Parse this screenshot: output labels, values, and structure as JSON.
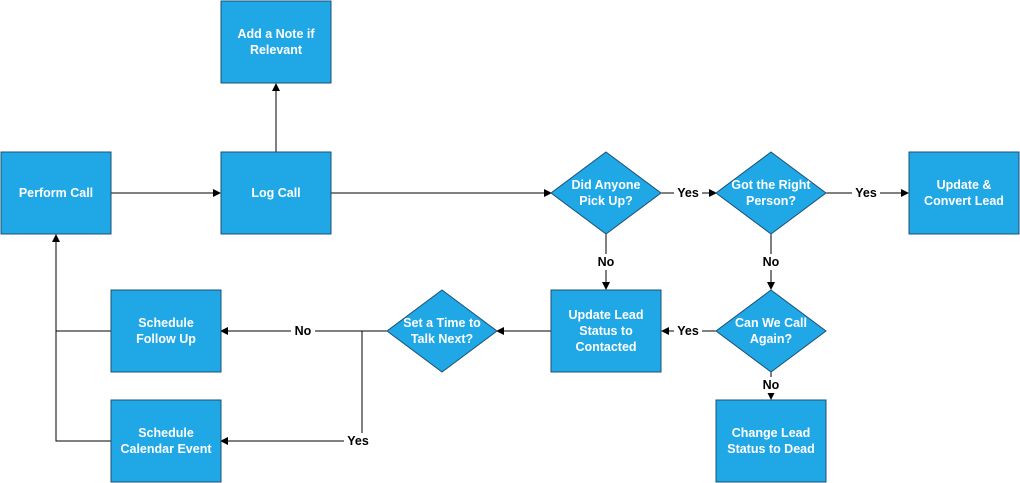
{
  "colors": {
    "node_fill": "#1fa8e5",
    "node_stroke": "#1d4f73",
    "node_text": "#ffffff",
    "edge": "#000000",
    "label_bg": "#ffffff"
  },
  "nodes": {
    "perform_call": {
      "lines": [
        "Perform Call"
      ]
    },
    "log_call": {
      "lines": [
        "Log Call"
      ]
    },
    "add_note": {
      "lines": [
        "Add a Note if",
        "Relevant"
      ]
    },
    "did_anyone_pick_up": {
      "lines": [
        "Did Anyone",
        "Pick Up?"
      ]
    },
    "got_right_person": {
      "lines": [
        "Got the Right",
        "Person?"
      ]
    },
    "update_convert": {
      "lines": [
        "Update &",
        "Convert Lead"
      ]
    },
    "update_contacted": {
      "lines": [
        "Update Lead",
        "Status to",
        "Contacted"
      ]
    },
    "can_we_call_again": {
      "lines": [
        "Can We Call",
        "Again?"
      ]
    },
    "change_dead": {
      "lines": [
        "Change Lead",
        "Status to Dead"
      ]
    },
    "set_time": {
      "lines": [
        "Set a Time to",
        "Talk Next?"
      ]
    },
    "schedule_follow_up": {
      "lines": [
        "Schedule",
        "Follow Up"
      ]
    },
    "schedule_calendar": {
      "lines": [
        "Schedule",
        "Calendar Event"
      ]
    }
  },
  "edge_labels": {
    "pickup_yes": "Yes",
    "pickup_no": "No",
    "person_yes": "Yes",
    "person_no": "No",
    "callagain_yes": "Yes",
    "callagain_no": "No",
    "settime_no": "No",
    "settime_yes": "Yes"
  }
}
